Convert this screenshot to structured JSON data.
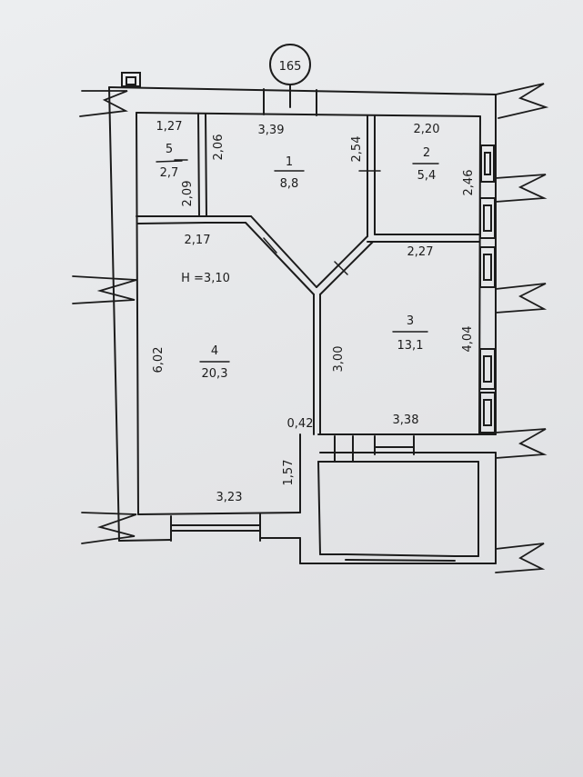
{
  "plan": {
    "axis_marker": "165",
    "ceiling_height": "H =3,10",
    "rooms": [
      {
        "number": "1",
        "area": "8,8"
      },
      {
        "number": "2",
        "area": "5,4"
      },
      {
        "number": "3",
        "area": "13,1"
      },
      {
        "number": "4",
        "area": "20,3"
      },
      {
        "number": "5",
        "area": "2,7"
      }
    ],
    "dimensions": {
      "d_3_39": "3,39",
      "d_1_27": "1,27",
      "d_2_06": "2,06",
      "d_2_09": "2,09",
      "d_2_54": "2,54",
      "d_2_20": "2,20",
      "d_2_46": "2,46",
      "d_2_17": "2,17",
      "d_2_27": "2,27",
      "d_6_02": "6,02",
      "d_3_00": "3,00",
      "d_4_04": "4,04",
      "d_0_42": "0,42",
      "d_3_38": "3,38",
      "d_1_57": "1,57",
      "d_3_23": "3,23"
    }
  },
  "colors": {
    "ink": "#1c1c1c",
    "paper": "#e6e7e9"
  }
}
